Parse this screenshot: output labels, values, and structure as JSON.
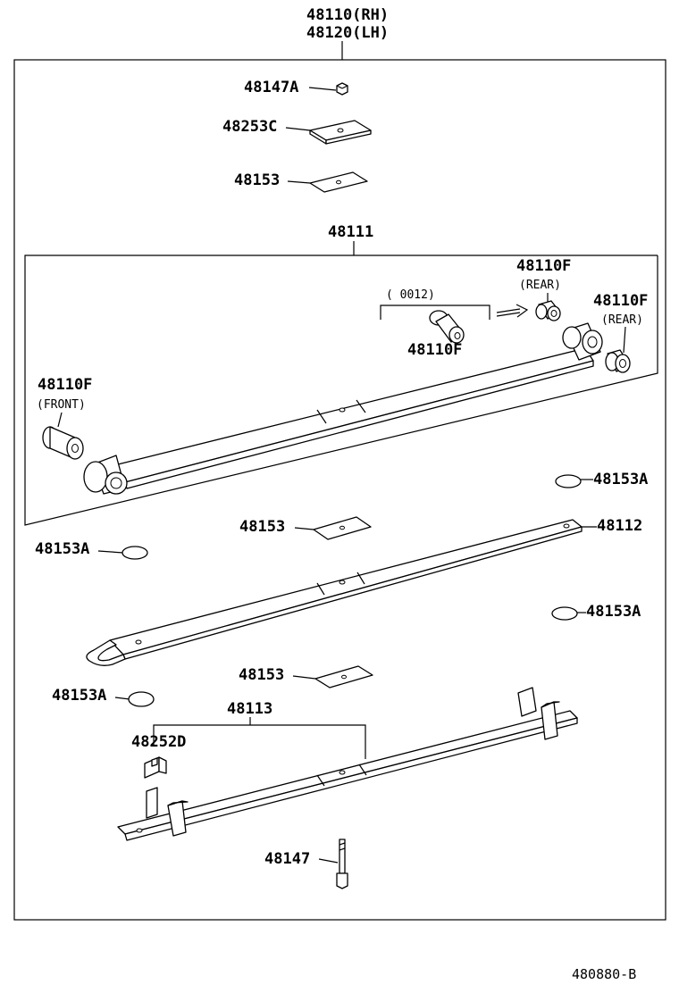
{
  "assembly": {
    "number_rh": "48110(RH)",
    "number_lh": "48120(LH)"
  },
  "labels": {
    "nut": "48147A",
    "top_plate": "48253C",
    "upper_insert": "48153",
    "main_leaf": "48111",
    "bushing_rear_1": "48110F",
    "bushing_rear_1_note": "(REAR)",
    "bushing_rear_2": "48110F",
    "bushing_rear_2_note": "(REAR)",
    "bushing_alt_note": "(      0012)",
    "bushing_alt": "48110F",
    "bushing_front": "48110F",
    "bushing_front_note": "(FRONT)",
    "round_insert_right_1": "48153A",
    "middle_insert": "48153",
    "second_leaf": "48112",
    "round_insert_left_1": "48153A",
    "round_insert_right_2": "48153A",
    "lower_insert": "48153",
    "round_insert_left_2": "48153A",
    "third_leaf": "48113",
    "clip": "48252D",
    "center_bolt": "48147"
  },
  "footer": {
    "diagram_code": "480880-B"
  }
}
